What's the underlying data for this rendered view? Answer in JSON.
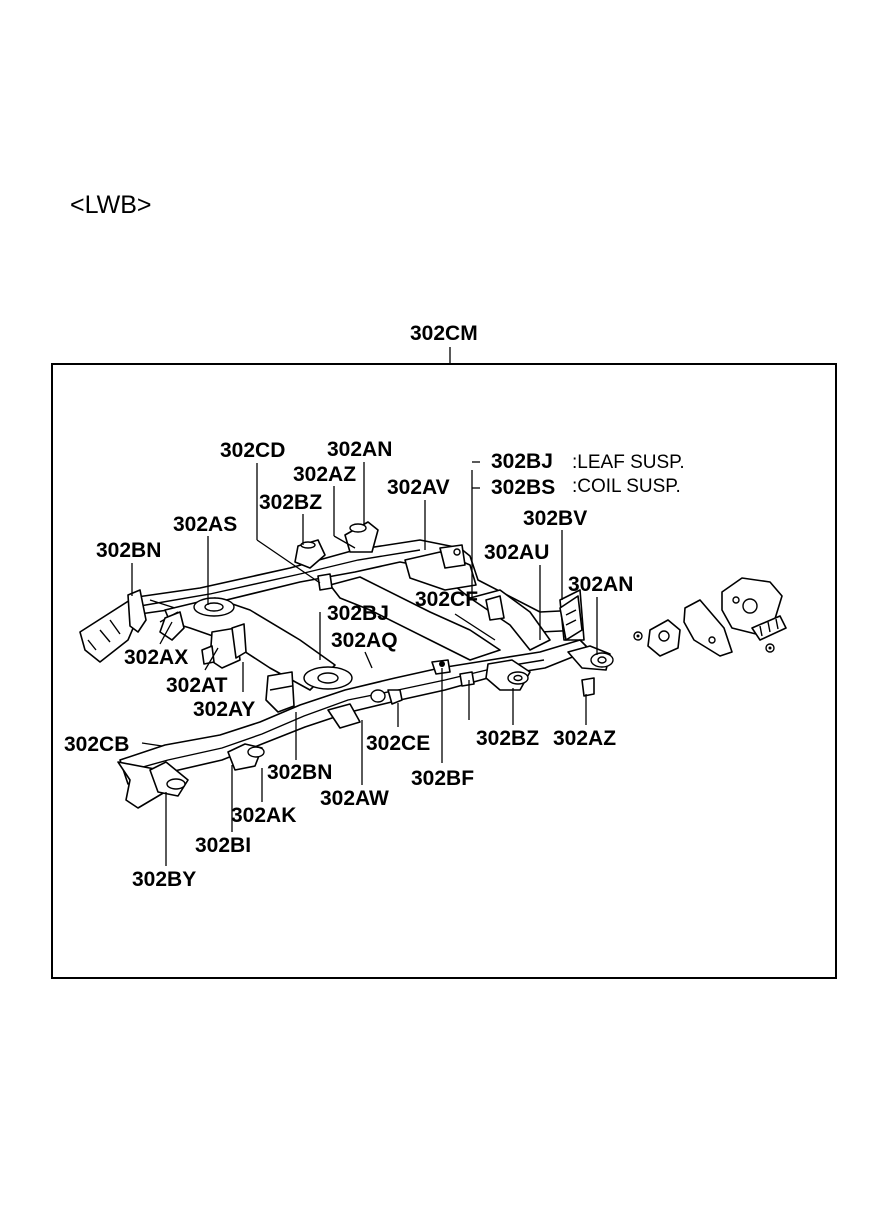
{
  "variant": "<LWB>",
  "assembly": "302CM",
  "note_bj": ":LEAF SUSP.",
  "note_bs": ":COIL SUSP.",
  "callouts": {
    "cd": "302CD",
    "an_top": "302AN",
    "az_top": "302AZ",
    "bz_top": "302BZ",
    "av": "302AV",
    "bj_top": "302BJ",
    "bs": "302BS",
    "bv": "302BV",
    "as": "302AS",
    "bn_left": "302BN",
    "au": "302AU",
    "cf": "302CF",
    "an_right": "302AN",
    "bj_mid": "302BJ",
    "aq": "302AQ",
    "ax": "302AX",
    "at": "302AT",
    "ay": "302AY",
    "cb": "302CB",
    "ce": "302CE",
    "bz_bottom": "302BZ",
    "az_bottom": "302AZ",
    "bn_bottom": "302BN",
    "aw": "302AW",
    "bf": "302BF",
    "ak": "302AK",
    "bi": "302BI",
    "by": "302BY"
  }
}
